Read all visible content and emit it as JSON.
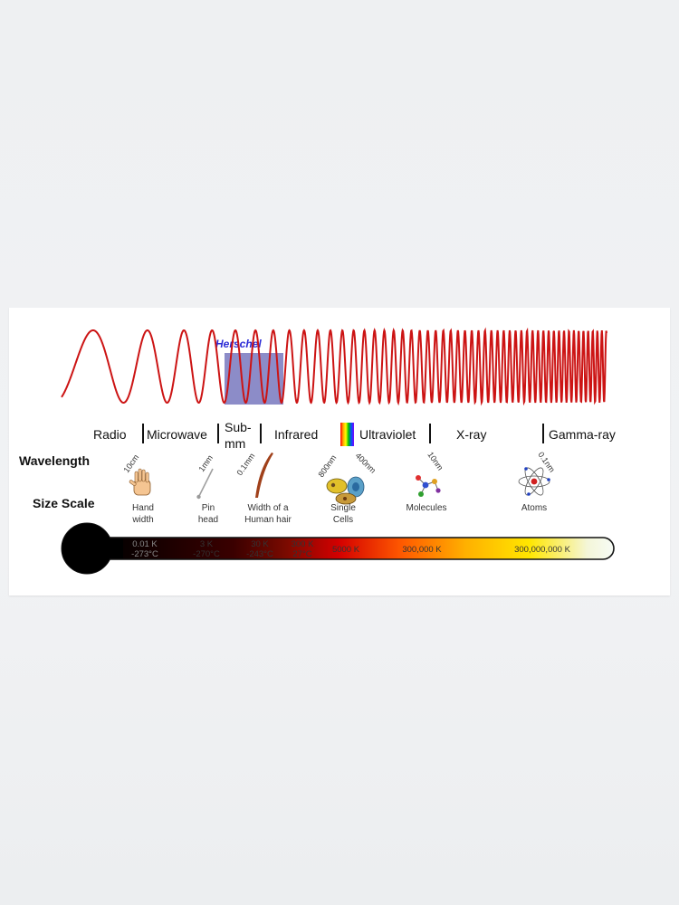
{
  "diagram": {
    "herschel_label": "Herschel",
    "rows": {
      "wavelength": "Wavelength",
      "size_scale": "Size Scale"
    },
    "bands": [
      {
        "label": "Radio"
      },
      {
        "label": "Microwave"
      },
      {
        "label": "Sub-"
      },
      {
        "label": "mm"
      },
      {
        "label": "Infrared"
      },
      {
        "label": "Ultraviolet"
      },
      {
        "label": "X-ray"
      },
      {
        "label": "Gamma-ray"
      }
    ],
    "wavelengths": [
      "10cm",
      "1mm",
      "0.1mm",
      "800nm",
      "400nm",
      "10nm",
      "0.1nm"
    ],
    "objects": [
      {
        "line1": "Hand",
        "line2": "width",
        "icon": "hand-icon"
      },
      {
        "line1": "Pin",
        "line2": "head",
        "icon": "pin-icon"
      },
      {
        "line1": "Width of a",
        "line2": "Human hair",
        "icon": "hair-icon"
      },
      {
        "line1": "Single",
        "line2": "Cells",
        "icon": "cells-icon"
      },
      {
        "line1": "Molecules",
        "line2": "",
        "icon": "molecule-icon"
      },
      {
        "line1": "Atoms",
        "line2": "",
        "icon": "atom-icon"
      }
    ],
    "temperatures": [
      {
        "k": "0.01 K",
        "c": "-273°C"
      },
      {
        "k": "3 K",
        "c": "-270°C"
      },
      {
        "k": "30 K",
        "c": "-243°C"
      },
      {
        "k": "300 K",
        "c": "27°C"
      },
      {
        "k": "5000 K",
        "c": ""
      },
      {
        "k": "300,000 K",
        "c": ""
      },
      {
        "k": "300,000,000 K",
        "c": ""
      }
    ],
    "colors": {
      "wave": "#cc1414",
      "herschel_box": "#8c8cc8",
      "herschel_text": "#2b2bd6"
    }
  }
}
